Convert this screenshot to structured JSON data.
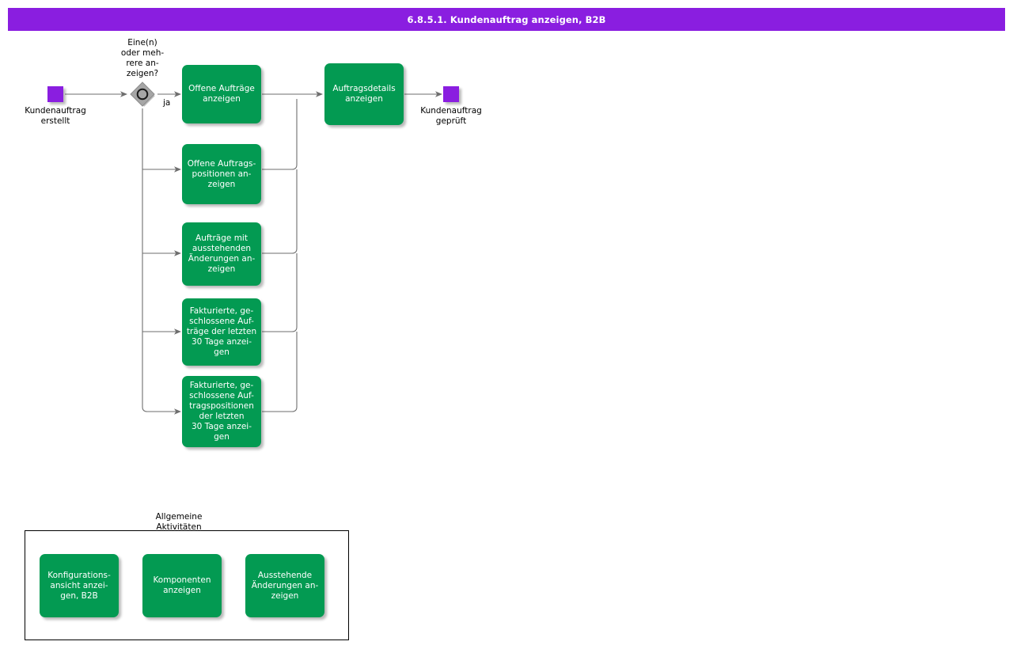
{
  "title_bar": {
    "text": "6.8.5.1. Kundenauftrag anzeigen, B2B",
    "background": "#8A1EE0",
    "color": "#FFFFFF"
  },
  "colors": {
    "task_green": "#039A52",
    "event_purple": "#8A1EE0",
    "gateway_gray": "#A6A6A6",
    "connector": "#6E6E6E",
    "group_border": "#000000"
  },
  "events": {
    "start": {
      "name": "start-event",
      "label": "Kundenauftrag\nerstellt"
    },
    "end": {
      "name": "end-event",
      "label": "Kundenauftrag\ngeprüft"
    }
  },
  "gateway": {
    "type": "inclusive-or-gateway",
    "label": "Eine(n)\noder meh-\nrere an-\nzeigen?",
    "outgoing_condition": "ja"
  },
  "tasks": [
    {
      "id": "offene-auftraege-anzeigen",
      "label": "Offene Aufträge\nanzeigen"
    },
    {
      "id": "offene-auftragspositionen",
      "label": "Offene Auftrags-\npositionen an-\nzeigen"
    },
    {
      "id": "auftraege-ausstehende-aend",
      "label": "Aufträge mit\nausstehenden\nÄnderungen an-\nzeigen"
    },
    {
      "id": "fakturierte-auftraege-30-tage",
      "label": "Fakturierte, ge-\nschlossene Auf-\nträge der letzten\n30 Tage anzei-\ngen"
    },
    {
      "id": "fakturierte-positionen-30-tage",
      "label": "Fakturierte, ge-\nschlossene Auf-\ntragspositionen\nder letzten\n30 Tage anzei-\ngen"
    },
    {
      "id": "auftragsdetails-anzeigen",
      "label": "Auftragsdetails\nanzeigen"
    }
  ],
  "group": {
    "label": "Allgemeine\nAktivitäten",
    "tasks": [
      {
        "id": "konfigurationsansicht-b2b",
        "label": "Konfigurations-\nansicht anzei-\ngen, B2B"
      },
      {
        "id": "komponenten-anzeigen",
        "label": "Komponenten\nanzeigen"
      },
      {
        "id": "ausstehende-aenderungen",
        "label": "Ausstehende\nÄnderungen an-\nzeigen"
      }
    ]
  }
}
